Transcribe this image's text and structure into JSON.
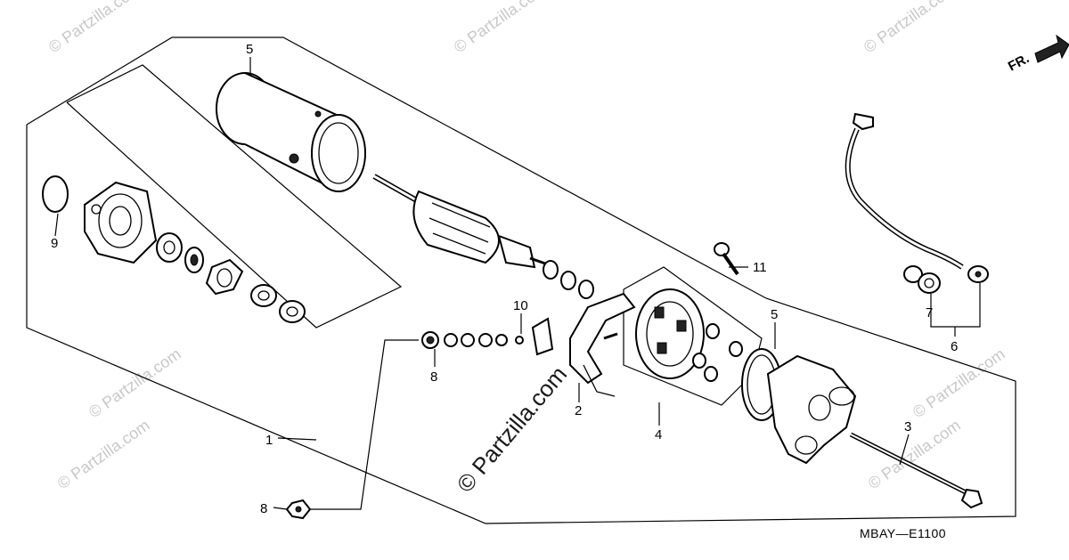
{
  "diagram": {
    "callouts": [
      {
        "id": "c1",
        "text": "1"
      },
      {
        "id": "c2",
        "text": "2"
      },
      {
        "id": "c3",
        "text": "3"
      },
      {
        "id": "c4",
        "text": "4"
      },
      {
        "id": "c5a",
        "text": "5"
      },
      {
        "id": "c5b",
        "text": "5"
      },
      {
        "id": "c6",
        "text": "6"
      },
      {
        "id": "c7",
        "text": "7"
      },
      {
        "id": "c8a",
        "text": "8"
      },
      {
        "id": "c8b",
        "text": "8"
      },
      {
        "id": "c9",
        "text": "9"
      },
      {
        "id": "c10",
        "text": "10"
      },
      {
        "id": "c11",
        "text": "11"
      }
    ],
    "diagram_code": "MBAY—E1100",
    "direction_label": "FR.",
    "watermark_text": "© Partzilla.com",
    "center_watermark_text": "© Partzilla.com"
  }
}
